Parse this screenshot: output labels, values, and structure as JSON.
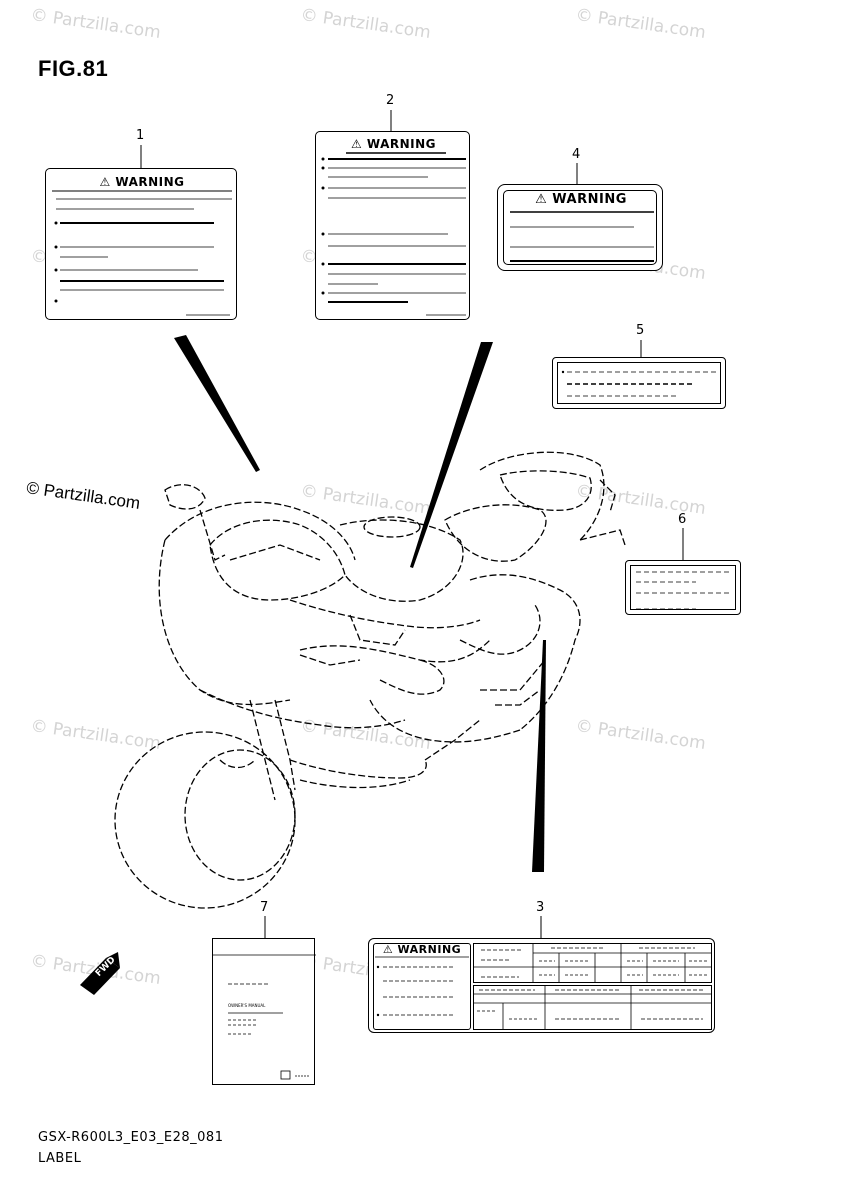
{
  "figure": {
    "title": "FIG.81"
  },
  "watermark": {
    "text": "© Partzilla.com"
  },
  "labels": [
    {
      "number": "1",
      "title": "WARNING"
    },
    {
      "number": "2",
      "title": "WARNING"
    },
    {
      "number": "3",
      "title": "WARNING"
    },
    {
      "number": "4",
      "title": "WARNING"
    },
    {
      "number": "5"
    },
    {
      "number": "6"
    },
    {
      "number": "7"
    }
  ],
  "manual": {
    "line1": "OWNER'S MANUAL"
  },
  "direction": {
    "text": "FWD"
  },
  "footer": {
    "code": "GSX-R600L3_E03_E28_081",
    "caption": "LABEL"
  }
}
